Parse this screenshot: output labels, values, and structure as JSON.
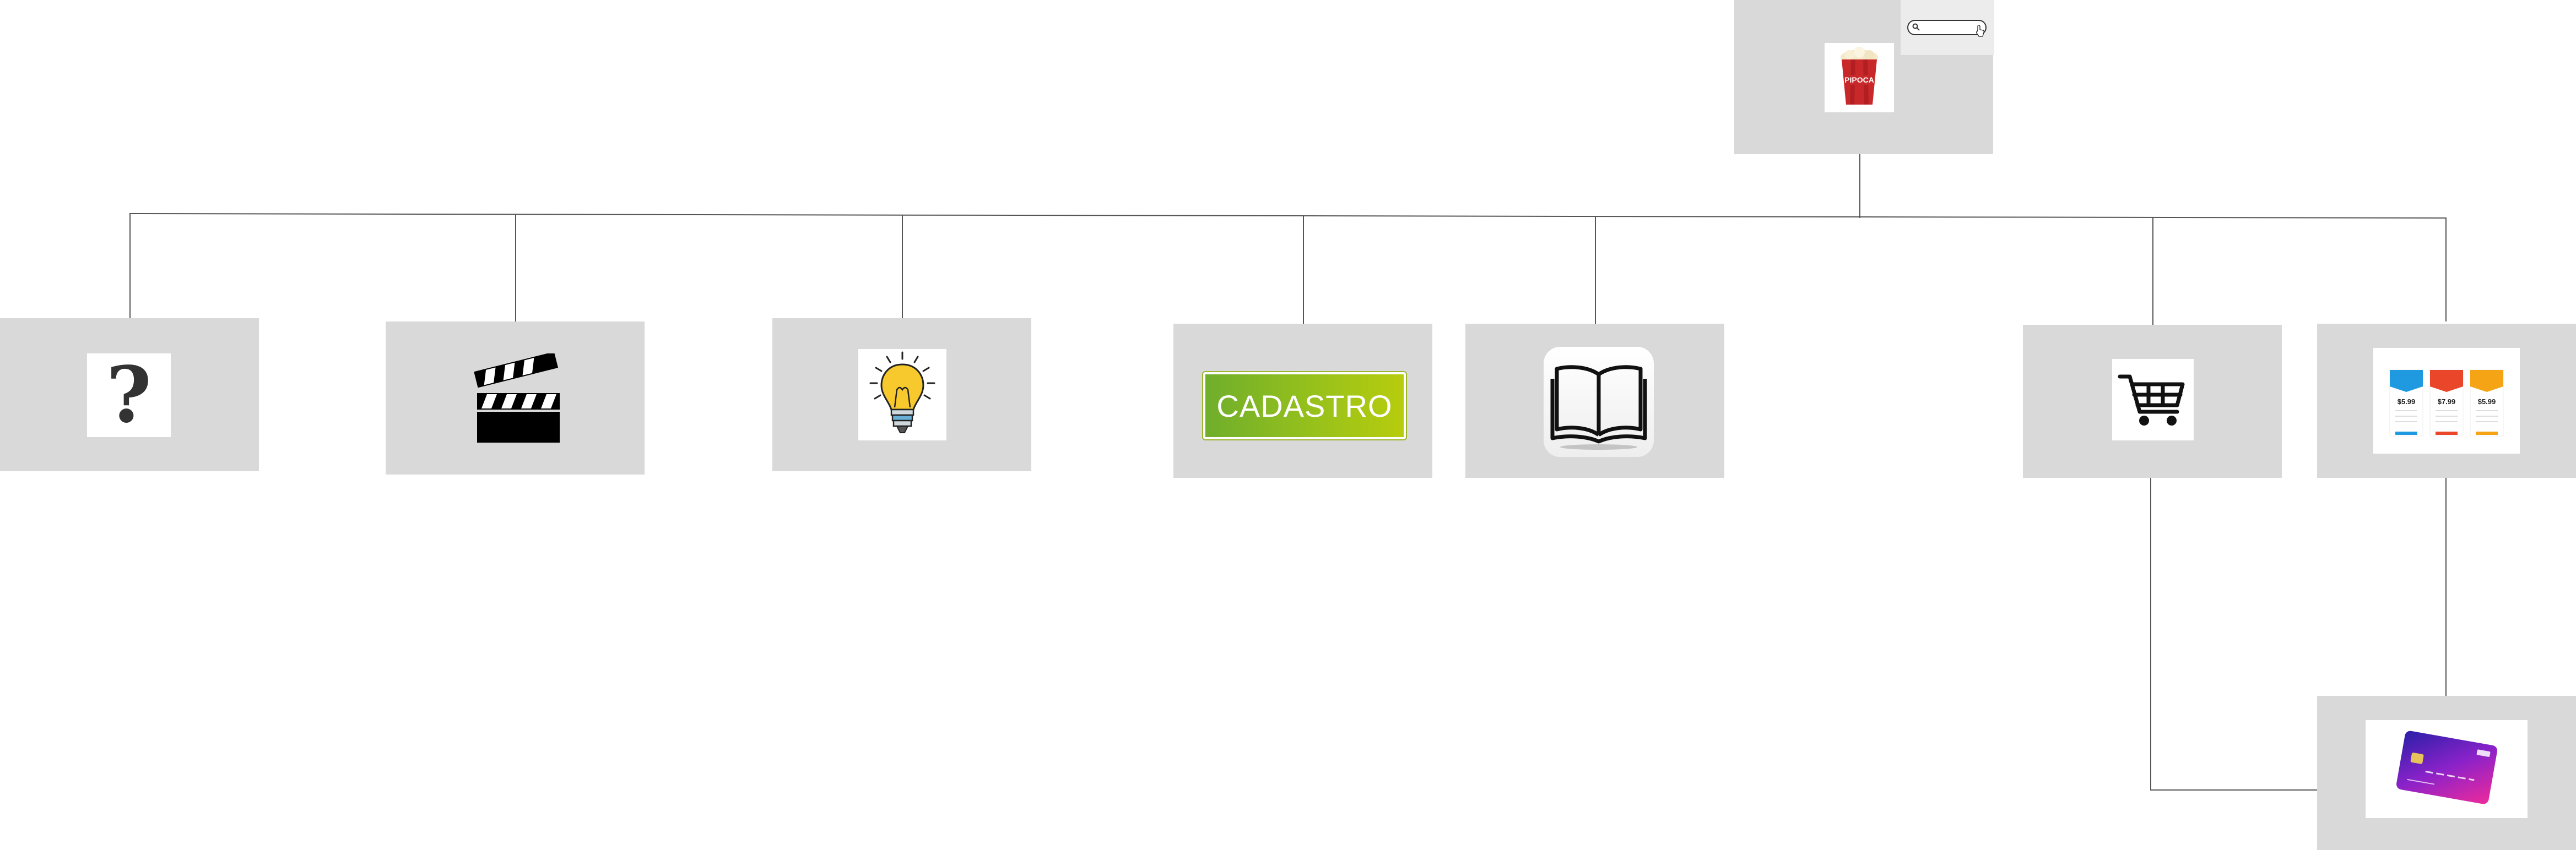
{
  "diagram": {
    "root": {
      "name": "popcorn-node",
      "logo_text": "PIPOCA"
    },
    "search": {
      "icon": "search-icon",
      "cursor": "cursor-icon"
    },
    "children": [
      {
        "name": "help-node",
        "icon": "question-mark-icon",
        "glyph": "?"
      },
      {
        "name": "movies-node",
        "icon": "clapperboard-icon"
      },
      {
        "name": "ideas-node",
        "icon": "lightbulb-icon"
      },
      {
        "name": "register-node",
        "icon": "register-button-icon",
        "label": "CADASTRO"
      },
      {
        "name": "catalog-node",
        "icon": "open-book-icon"
      },
      {
        "name": "cart-node",
        "icon": "shopping-cart-icon"
      },
      {
        "name": "plans-node",
        "icon": "pricing-table-icon",
        "prices": [
          "$5.99",
          "$7.99",
          "$5.99"
        ]
      }
    ],
    "leaf": {
      "name": "payment-node",
      "icon": "credit-card-icon"
    },
    "colors": {
      "node_fill": "#d9d9d9",
      "connector": "#555555",
      "cadastro_green": "#97c11b",
      "popcorn_red": "#c8282a"
    }
  }
}
